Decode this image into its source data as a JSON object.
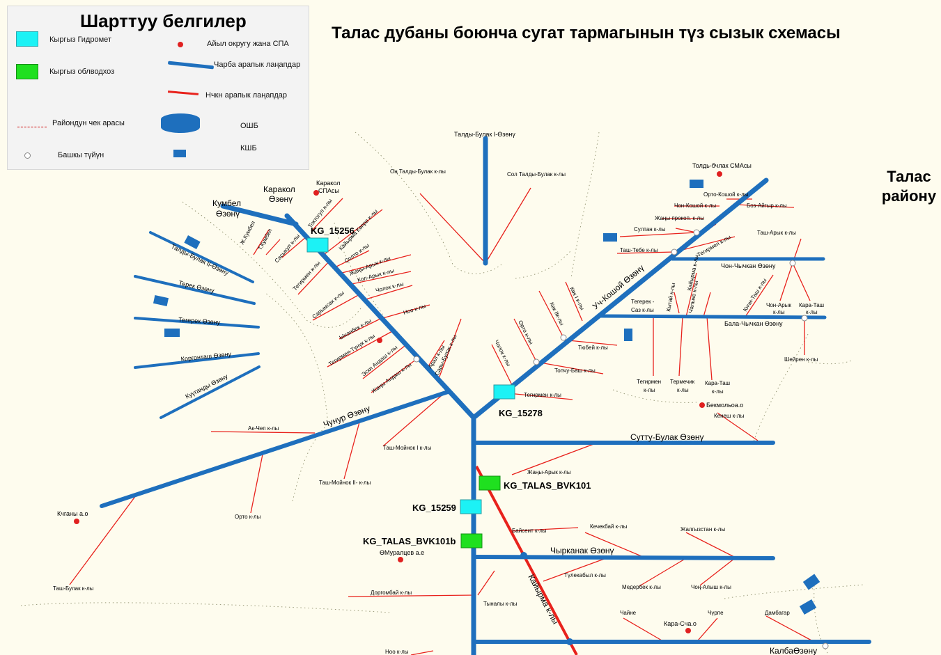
{
  "title": "Талас дубаны боюнча сугат тармагынын түз сызык схемасы",
  "district": [
    "Талас",
    "району"
  ],
  "legend": {
    "title": "Шарттуу белгилер",
    "kyrgyzhydromet": "Кыргыз Гидромет",
    "oblvodkhoz": "Кыргыз облводхоз",
    "district_border": "Райондун чек арасы",
    "node": "Башкы түйүн",
    "village": "Айыл округу жана СПА",
    "main_canal": "Чарба арапык лаңапдар",
    "inter_canal": "Нчкн арапык лаңапдар",
    "osb": "ОШБ",
    "ksb": "КШБ"
  },
  "colors": {
    "main": "#1e6fbd",
    "sub": "#e8221c",
    "hydromet": "#1cf2f5",
    "oblvodkhoz": "#1fe01f",
    "village": "#e02020"
  },
  "stations": {
    "kg15256": "KG_15256",
    "kg15278": "KG_15278",
    "kg15259": "KG_15259",
    "bvk101": "KG_TALAS_BVK101",
    "bvk101b": "KG_TALAS_BVK101b"
  },
  "rivers": {
    "karakol": [
      "Каракол",
      "Өзөнү"
    ],
    "kumbel": [
      "Кумбел",
      "Өзөнү"
    ],
    "taldybulak1": "Талды-Булак I-Өзөнү",
    "uchkoshoy": "Уч-Кошой Өзөнү",
    "chunur": "Чунур Өзөну",
    "suttubulak": "Сутту-Булак Өзөнү",
    "chyrkanak": "Чырканак Өзөнү",
    "kalba": "КалбаӨзөну",
    "chonchychkan": "Чон-Чычкан Өзөну",
    "balachychkan": "Бала-Чычкан Өзөну",
    "taldybulak2": "Талды-Булак II-Өзөну",
    "terek": "Терек Өзөну",
    "tegerek": "Тегерек Өзөну",
    "korgontash": "Коргонташ Өзөну",
    "kuuganda": "Куүганды Өзөну",
    "kaiyrma": "Кайырма к-лы"
  },
  "villages": {
    "karakol_spa": [
      "Каракол",
      "СПАсы"
    ],
    "toldubulak_sma": "Толдь-бчлак СМАсы",
    "bekmoldo": "Бекмольоа.о",
    "kchgany": "Кчганы а.о",
    "muraltsev": "ӨМуралцев а.е",
    "karasuu": "Кара-Сча.о"
  },
  "canals": {
    "on_taldy": "Оң Талды-Булак к-лы",
    "sol_taldy": "Сол Талды-Булак к-лы",
    "j_kumbel": "Ж.Кумбел",
    "t_kumbel": "Т.Кумбел",
    "sasykul": "Сасыкул к-лы",
    "toktogul": "Токтогул к-лы",
    "kaiyrma_kopre": "Кайырма Көпре к-лы",
    "tegirmen1": "Тегирмен к-лы",
    "solto": "Солто к-лы",
    "janyaryk1": "Жаңы-Арык к-лы",
    "kolaryk": "Кол-Арык к-лы",
    "sarymsak": "Сарымсак к-лы",
    "cholok1": "Чолок к-лы",
    "noo1": "Ноо к-лы",
    "ynanbek": "Ынанбек к-лы",
    "tegirmen_tunuk": "Тегирмен-Түнүк к-лы",
    "eski_andash": "Эски Андаш к-лы",
    "jany_andash": "Жаңы Андаш к-лы",
    "aral": "Арал к-лы",
    "sarybulak": "Сары-Булак к-лы",
    "tashmoinok1": "Таш-Мойнок I к-лы",
    "tashmoinok2": "Таш-Мойнок II- к-лы",
    "akchep": "Ак-Чеп к-лы",
    "orto1": "Орто к-лы",
    "tashbulak": "Таш-Булак к-лы",
    "cholok2": "Чолок к-лы",
    "orto2": "Орто к-лы",
    "kok1": "Көк I к-лы",
    "kok2": "Көк IIк-лы",
    "tuibe": "Тюбей к-лы",
    "topchubash": "Топчу-Баш к-лы",
    "tegirmen2": "Тегирмен к-лы",
    "ortokoshoy": "Орто-Кошой к-лы",
    "chonkoshoy": "Чон-Кошой к-лы",
    "bozaiguir": "Боз-Айгыр к-лы",
    "janyprokop": "Жаңы прокоп. к-лы",
    "sultan": "Султан к-лы",
    "tashtebe": "Таш-Тебе к-лы",
    "tashtaryk": "Таш-Арык к-лы",
    "tegirmen3": "Тегирмен к-лы",
    "tegerek_saz": [
      "Тегерек -",
      "Саз к-лы"
    ],
    "kytai": "Кытай к-лы",
    "kaiyrma2": "Кайырма к-лы",
    "chalyke": "Чалыке к-лы",
    "kichitash": "Кичи-Таш к-лы",
    "chonaryk": [
      "Чон-Арык",
      "к-лы"
    ],
    "karatash1": [
      "Кара-Таш",
      "к-лы"
    ],
    "sheiren": "Шейрен к-лы",
    "tegirmen4": [
      "Тегирмен",
      "к-лы"
    ],
    "termechik": [
      "Термечик",
      "к-лы"
    ],
    "karatash2": [
      "Кара-Таш",
      "к-лы"
    ],
    "kenesh": "Кенеш к-лы",
    "janyaryk2": "Жаңы-Арык к-лы",
    "baiseit": "Байсеит к-лы",
    "kechekbai": "Кечекбай к-лы",
    "jalgyztan": "Жалгызстан к-лы",
    "tulokabyl": "Түлекабыл к-лы",
    "mederbek": "Медербек к-лы",
    "chonalysh": "Чоң-Алыш к-лы",
    "dorgombai": "Доргомбай к-лы",
    "tynaly": "Тыналы к-лы",
    "chaine": "Чайне",
    "churpe": "Чүрпе",
    "dambagar": "Дамбагар",
    "noo2": "Ноо к-лы"
  }
}
